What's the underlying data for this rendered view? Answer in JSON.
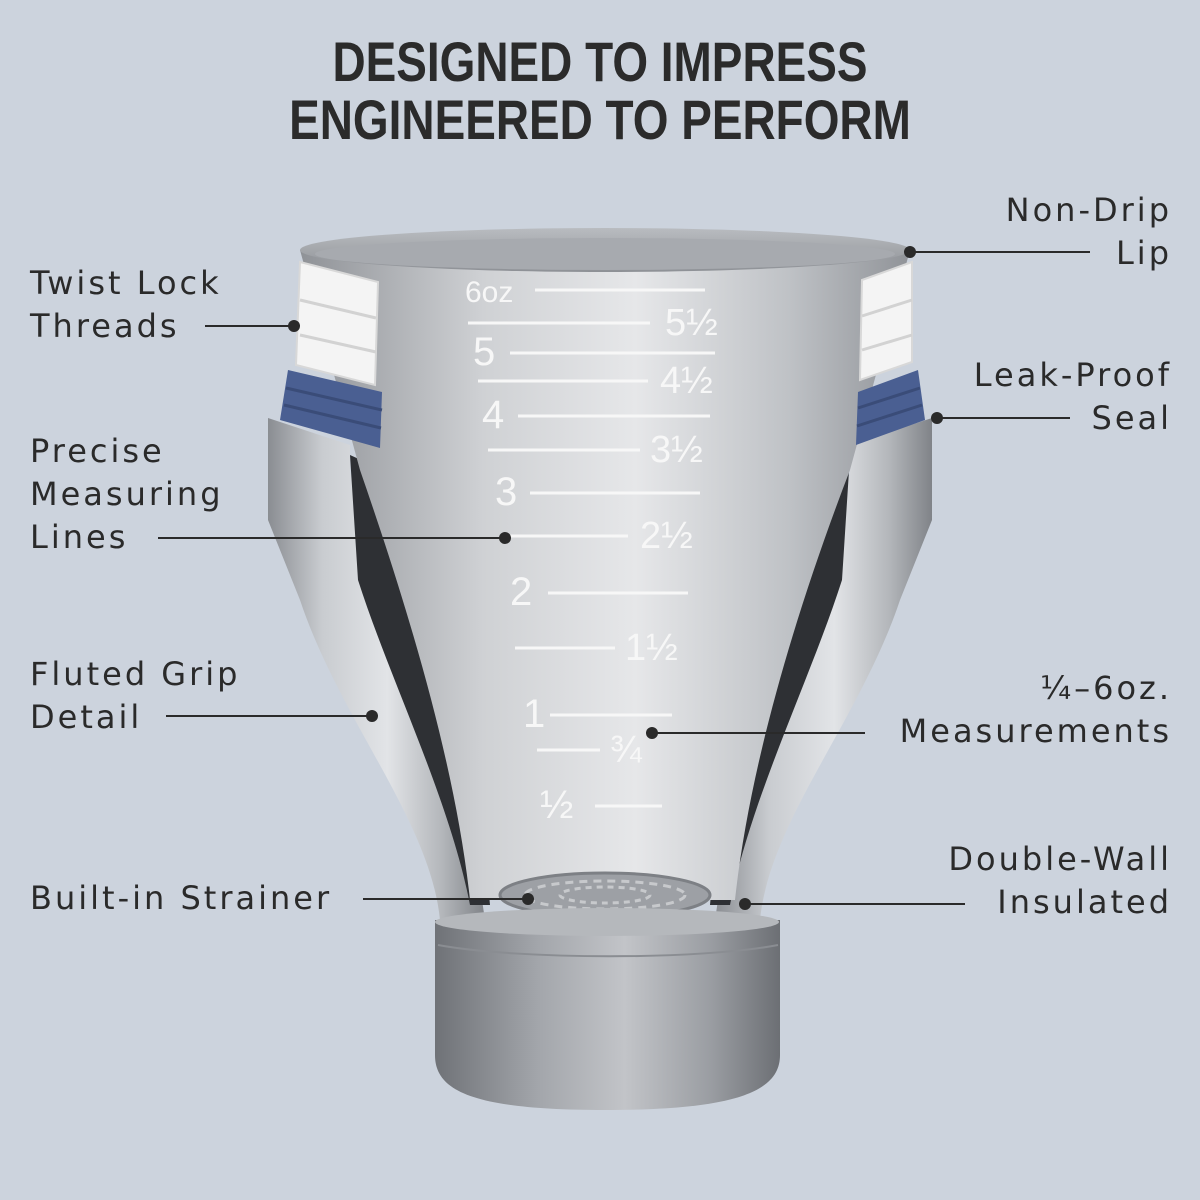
{
  "headline": {
    "line1": "DESIGNED TO IMPRESS",
    "line2": "ENGINEERED TO PERFORM"
  },
  "callouts": {
    "twist_lock": [
      "Twist Lock",
      "Threads"
    ],
    "precise_lines": [
      "Precise",
      "Measuring",
      "Lines"
    ],
    "fluted_grip": [
      "Fluted Grip",
      "Detail"
    ],
    "strainer": [
      "Built-in Strainer"
    ],
    "non_drip": [
      "Non-Drip",
      "Lip"
    ],
    "leak_proof": [
      "Leak-Proof",
      "Seal"
    ],
    "measurements": [
      "¼–6oz.",
      "Measurements"
    ],
    "double_wall": [
      "Double-Wall",
      "Insulated"
    ]
  },
  "scale_marks": {
    "left": [
      "6oz",
      "5",
      "4",
      "3",
      "2",
      "1",
      "½"
    ],
    "right": [
      "5½",
      "4½",
      "3½",
      "2½",
      "1½",
      "¾"
    ]
  },
  "colors": {
    "background": "#ccd3dd",
    "text": "#2a2a2a",
    "seal_blue": "#4a5f92",
    "threads_white": "#f4f4f4",
    "steel": "#a9acb1"
  }
}
